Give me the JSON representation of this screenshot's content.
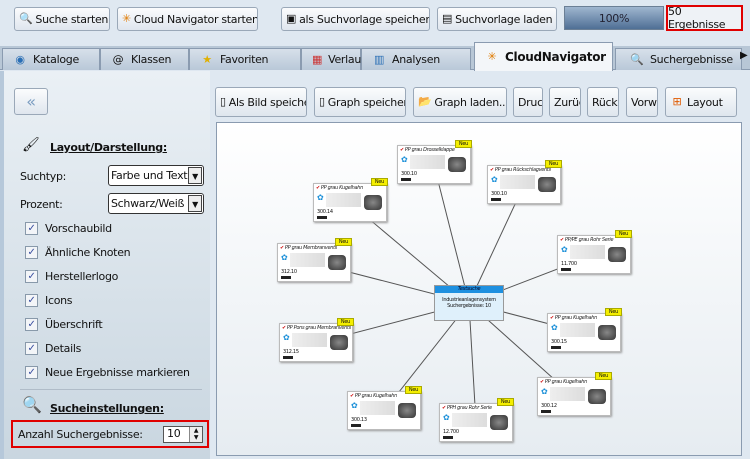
{
  "toolbar": {
    "search": "Suche starten",
    "cloud": "Cloud Navigator starten",
    "save_template": "als Suchvorlage speichern",
    "load_template": "Suchvorlage laden",
    "progress_label": "100%",
    "progress_value": 100,
    "results": "50 Ergebnisse"
  },
  "tabs": [
    {
      "label": "Kataloge"
    },
    {
      "label": "Klassen"
    },
    {
      "label": "Favoriten"
    },
    {
      "label": "Verlauf"
    },
    {
      "label": "Analysen"
    },
    {
      "label": "CloudNavigator",
      "active": true
    },
    {
      "label": "Suchergebnisse"
    }
  ],
  "graph_toolbar": {
    "collapse": "«",
    "save_image": "Als Bild speichern",
    "save_graph": "Graph speichern",
    "load_graph": "Graph laden...",
    "print": "Drucken",
    "back": "Zurück",
    "undo": "Rückgängig",
    "forward": "Vorwärts",
    "layout": "Layout"
  },
  "panel": {
    "layout_heading": "Layout/Darstellung:",
    "suchtyp_label": "Suchtyp:",
    "suchtyp_value": "Farbe und Text",
    "prozent_label": "Prozent:",
    "prozent_value": "Schwarz/Weiß",
    "checkboxes": [
      {
        "label": "Vorschaubild",
        "checked": true
      },
      {
        "label": "Ähnliche Knoten",
        "checked": true
      },
      {
        "label": "Herstellerlogo",
        "checked": true
      },
      {
        "label": "Icons",
        "checked": true
      },
      {
        "label": "Überschrift",
        "checked": true
      },
      {
        "label": "Details",
        "checked": true
      },
      {
        "label": "Neue Ergebnisse markieren",
        "checked": true
      }
    ],
    "search_heading": "Sucheinstellungen:",
    "count_label": "Anzahl Suchergebnisse:",
    "count_value": "10"
  },
  "graph": {
    "center": {
      "title": "Textsuche",
      "line1": "Industrieanlagensystem",
      "line2": "Suchergebnisse: 10"
    },
    "new_tag": "Neu",
    "nodes": [
      {
        "title": "PP grau Drosselklappe",
        "num": "300.10"
      },
      {
        "title": "PP grau Kugelhahn",
        "num": "300.14"
      },
      {
        "title": "PP grau Rückschlagventil",
        "num": "300.10"
      },
      {
        "title": "PP grau Membranventil",
        "num": "312.10"
      },
      {
        "title": "PP/PE grau Rohr Serie",
        "num": "11.700"
      },
      {
        "title": "PP grau Kugelhahn",
        "num": "300.15"
      },
      {
        "title": "PP Pons grau Membranventil",
        "num": "312.15"
      },
      {
        "title": "PP grau Kugelhahn",
        "num": "300.13"
      },
      {
        "title": "PPH grau Rohr Serie",
        "num": "12.700"
      },
      {
        "title": "PP grau Kugelhahn",
        "num": "300.12"
      }
    ]
  }
}
